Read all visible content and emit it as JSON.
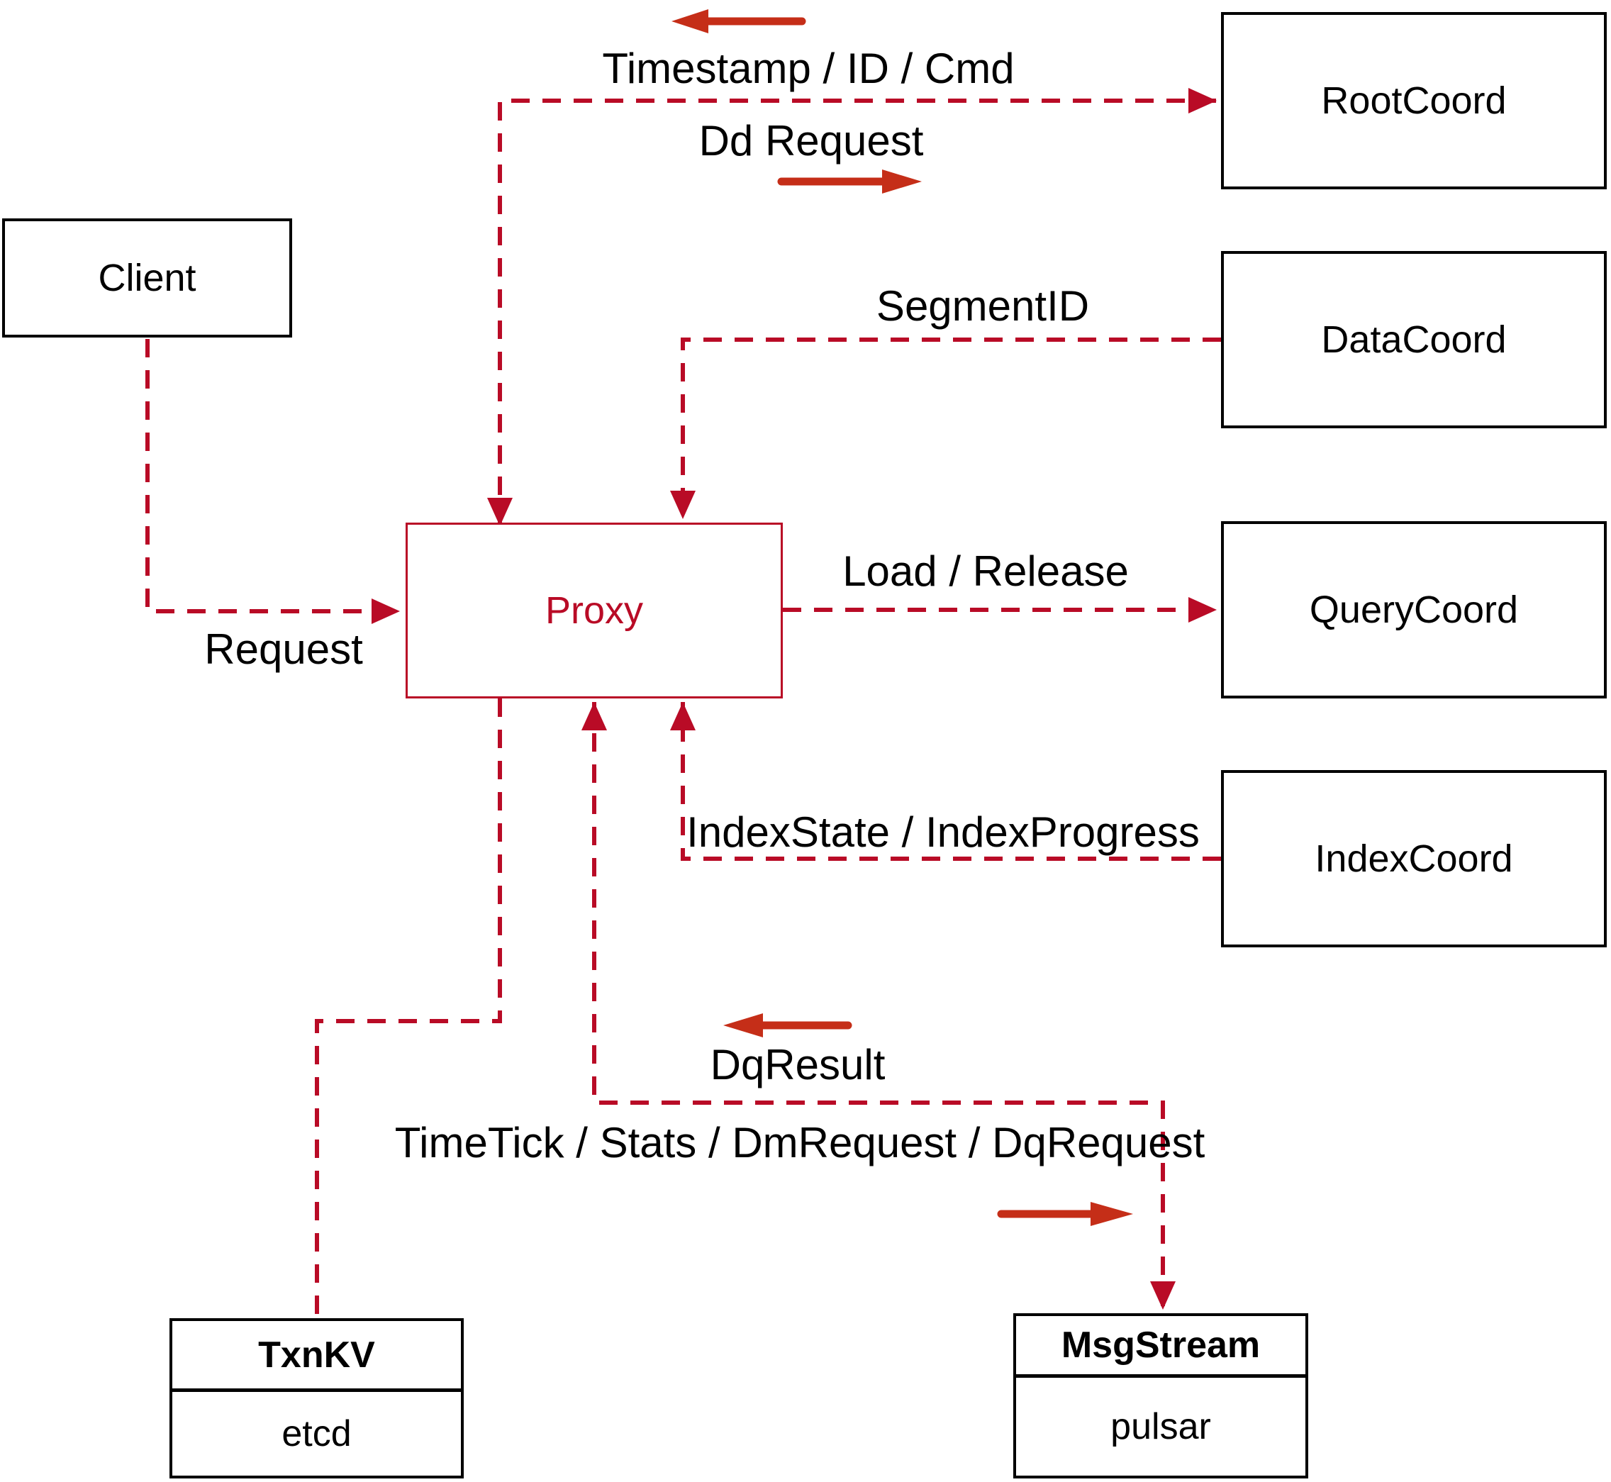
{
  "colors": {
    "line": "#b90b26",
    "arrow": "#c52e18",
    "box_border": "#000000",
    "text": "#000000",
    "background": "#ffffff",
    "proxy": "#b90b26"
  },
  "nodes": {
    "client": {
      "label": "Client"
    },
    "proxy": {
      "label": "Proxy"
    },
    "root_coord": {
      "label": "RootCoord"
    },
    "data_coord": {
      "label": "DataCoord"
    },
    "query_coord": {
      "label": "QueryCoord"
    },
    "index_coord": {
      "label": "IndexCoord"
    },
    "txn_kv": {
      "title": "TxnKV",
      "subtitle": "etcd"
    },
    "msg_stream": {
      "title": "MsgStream",
      "subtitle": "pulsar"
    }
  },
  "edge_labels": {
    "timestamp": "Timestamp / ID / Cmd",
    "dd_request": "Dd Request",
    "segment_id": "SegmentID",
    "load_release": "Load / Release",
    "index_state": "IndexState / IndexProgress",
    "request": "Request",
    "dq_result": "DqResult",
    "timetick": "TimeTick / Stats / DmRequest / DqRequest"
  },
  "edges": [
    {
      "from": "Client",
      "to": "Proxy",
      "label": "Request",
      "direction": "to-proxy"
    },
    {
      "from": "Proxy",
      "to": "RootCoord",
      "label_out": "Dd Request",
      "label_in": "Timestamp / ID / Cmd",
      "direction": "bidirectional"
    },
    {
      "from": "DataCoord",
      "to": "Proxy",
      "label": "SegmentID",
      "direction": "to-proxy"
    },
    {
      "from": "Proxy",
      "to": "QueryCoord",
      "label": "Load / Release",
      "direction": "to-querycoord"
    },
    {
      "from": "IndexCoord",
      "to": "Proxy",
      "label": "IndexState / IndexProgress",
      "direction": "to-proxy"
    },
    {
      "from": "Proxy",
      "to": "TxnKV",
      "label": "",
      "direction": "none"
    },
    {
      "from": "Proxy",
      "to": "MsgStream",
      "label_out": "TimeTick / Stats / DmRequest / DqRequest",
      "label_in": "DqResult",
      "direction": "bidirectional"
    }
  ]
}
